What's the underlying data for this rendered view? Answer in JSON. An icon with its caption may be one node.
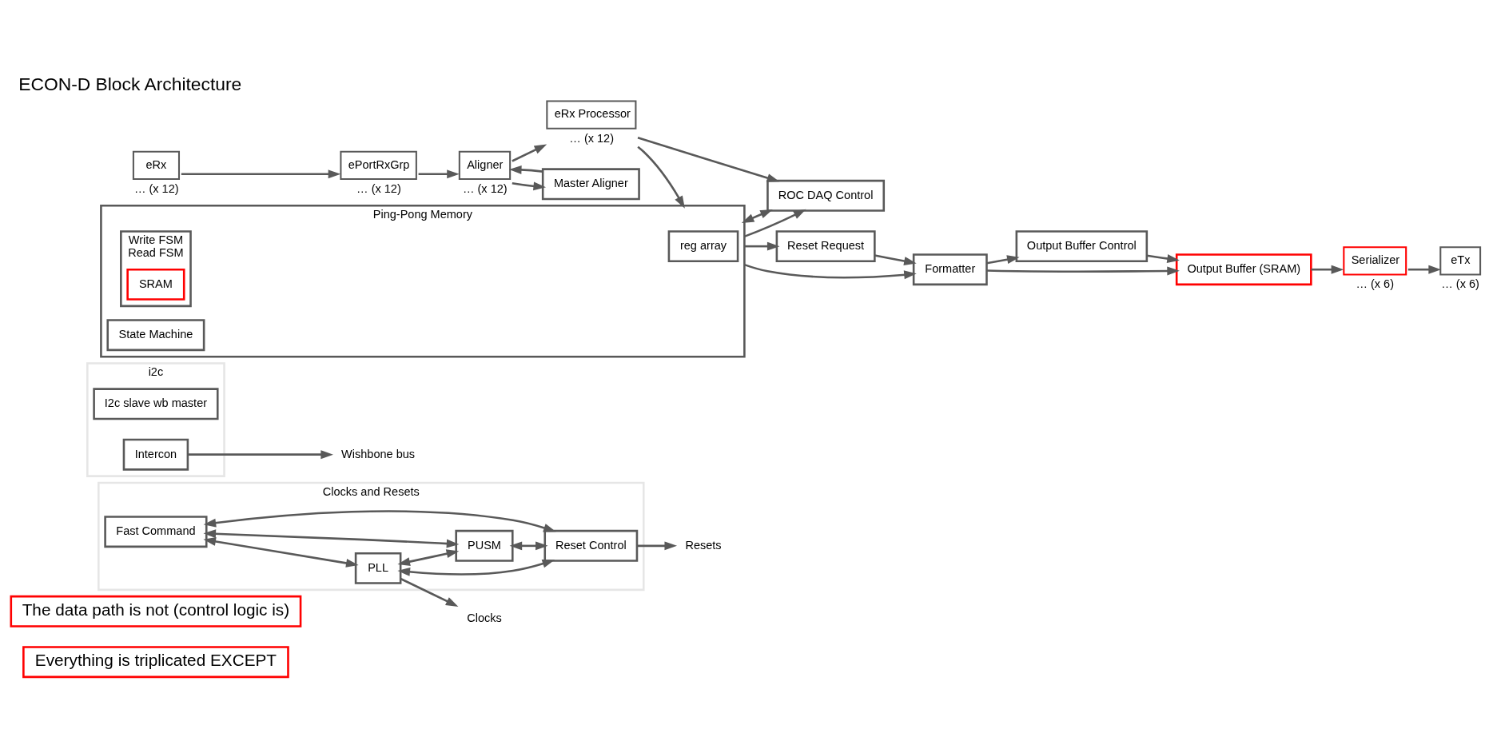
{
  "diagram": {
    "title": "ECON-D Block Architecture",
    "nodes": [
      {
        "text": [
          "Everything is triplicated EXCEPT"
        ]
      },
      {
        "text": [
          "The data path is not (control logic is)"
        ]
      },
      {
        "text": [
          "Clocks and Resets"
        ]
      },
      {
        "text": [
          "Fast Command"
        ],
        "in": 2
      },
      {
        "text": [
          "PLL"
        ],
        "in": 2
      },
      {
        "text": [
          "PUSM"
        ],
        "in": 2
      },
      {
        "text": [
          "Reset Control"
        ],
        "in": 2
      },
      {
        "text": [
          "Clocks"
        ]
      },
      {
        "text": [
          "Resets"
        ]
      },
      {
        "text": [
          "i2c"
        ]
      },
      {
        "text": [
          "I2c slave wb master"
        ],
        "in": 9
      },
      {
        "text": [
          "Intercon"
        ],
        "in": 9
      },
      {
        "text": [
          "Wishbone bus"
        ]
      },
      {
        "text": [
          "eRx"
        ],
        "beside": [
          "… (x 12)"
        ]
      },
      {
        "text": [
          "ePortRxGrp"
        ],
        "beside": [
          "… (x 12)"
        ]
      },
      {
        "text": [
          "Aligner"
        ],
        "beside": [
          "… (x 12)"
        ]
      },
      {
        "text": [
          "eRx Processor"
        ],
        "beside": [
          "… (x 12)"
        ]
      },
      {
        "text": [
          "ROC DAQ Control"
        ]
      },
      {
        "text": [
          "Ping-Pong Memory"
        ]
      },
      {
        "text": [
          "reg array"
        ],
        "in": 18
      },
      {
        "text": [
          "State Machine"
        ],
        "in": 18
      },
      {
        "text": [
          "Write FSM",
          "Read FSM"
        ],
        "in": 18
      },
      {
        "text": [
          "SRAM"
        ],
        "in": 21
      },
      {
        "text": [
          "Master Aligner"
        ]
      },
      {
        "text": [
          "Reset Request"
        ]
      },
      {
        "text": [
          "Output Buffer Control"
        ]
      },
      {
        "text": [
          "Formatter"
        ]
      },
      {
        "text": [
          "Output Buffer (SRAM)"
        ]
      },
      {
        "text": [
          "Serializer"
        ],
        "beside": [
          "… (x 6)"
        ]
      },
      {
        "text": [
          "eTx"
        ],
        "beside": [
          "… (x 6)"
        ]
      }
    ],
    "edges": [
      {
        "from": 3,
        "to": 4,
        "arrow": "both"
      },
      {
        "from": 3,
        "to": 5,
        "arrow": "both"
      },
      {
        "from": 3,
        "to": 6,
        "arrow": "both"
      },
      {
        "from": 4,
        "to": 5,
        "arrow": "both"
      },
      {
        "from": 4,
        "to": 6,
        "arrow": "both"
      },
      {
        "from": 5,
        "to": 6,
        "arrow": "both"
      },
      {
        "from": 4,
        "to": 7,
        "arrow": "to"
      },
      {
        "from": 6,
        "to": 8,
        "arrow": "to"
      },
      {
        "from": 11,
        "to": 12,
        "arrow": "to"
      },
      {
        "from": 13,
        "to": 14,
        "arrow": "to"
      },
      {
        "from": 14,
        "to": 15,
        "arrow": "to"
      },
      {
        "from": 15,
        "to": 16,
        "arrow": "to"
      },
      {
        "from": 16,
        "to": 17,
        "arrow": "to"
      },
      {
        "from": 16,
        "to": 18,
        "arrow": "to"
      },
      {
        "from": 18,
        "to": 17,
        "arrow": "to"
      },
      {
        "from": 18,
        "to": 17,
        "arrow": "both"
      },
      {
        "from": 15,
        "to": 23,
        "arrow": "to"
      },
      {
        "from": 23,
        "to": 15,
        "arrow": "to"
      },
      {
        "from": 18,
        "to": 24,
        "arrow": "to"
      },
      {
        "from": 24,
        "to": 26,
        "arrow": "to"
      },
      {
        "from": 18,
        "to": 26,
        "arrow": "to"
      },
      {
        "from": 26,
        "to": 25,
        "arrow": "to"
      },
      {
        "from": 25,
        "to": 27,
        "arrow": "to"
      },
      {
        "from": 26,
        "to": 27,
        "arrow": "to"
      },
      {
        "from": 27,
        "to": 28,
        "arrow": "to"
      },
      {
        "from": 28,
        "to": 29,
        "arrow": "to"
      }
    ]
  }
}
